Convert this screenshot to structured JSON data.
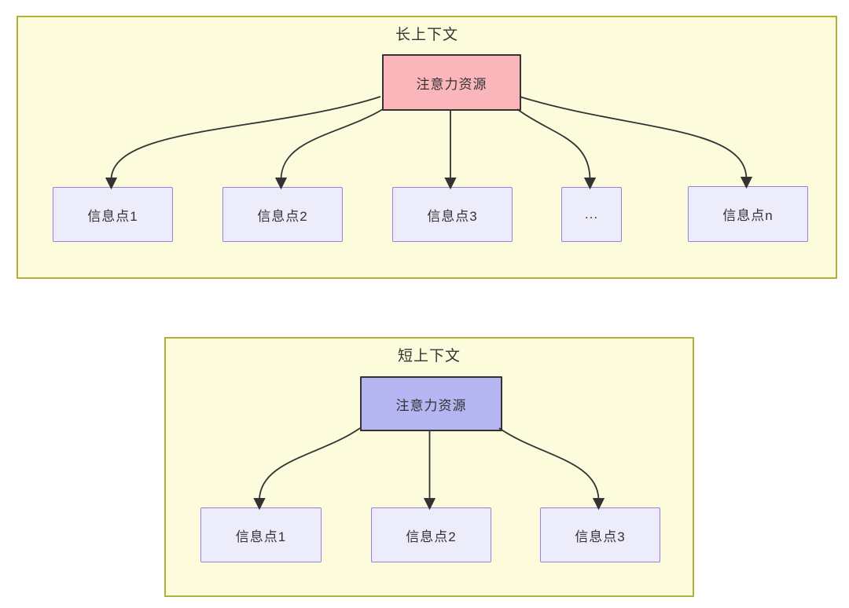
{
  "long_context": {
    "title": "长上下文",
    "source_label": "注意力资源",
    "targets": [
      "信息点1",
      "信息点2",
      "信息点3",
      "...",
      "信息点n"
    ]
  },
  "short_context": {
    "title": "短上下文",
    "source_label": "注意力资源",
    "targets": [
      "信息点1",
      "信息点2",
      "信息点3"
    ]
  },
  "colors": {
    "container-fill": "#fcfcdc",
    "container-border": "#b0b03a",
    "source-long-fill": "#fbb6bc",
    "source-short-fill": "#b5b5f2",
    "source-border": "#333333",
    "target-fill": "#ececfb",
    "target-border": "#9b7ddd",
    "arrow": "#333333",
    "text": "#333333"
  }
}
